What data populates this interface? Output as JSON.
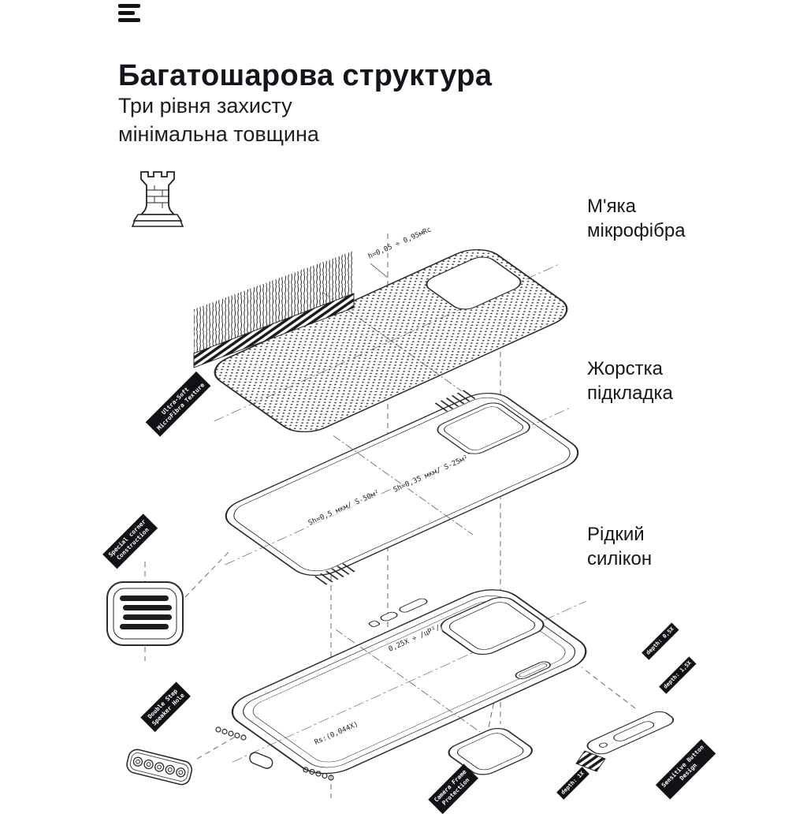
{
  "header": {
    "title": "Багатошарова структура",
    "subtitle": "Три рівня захисту\nмінімальна товщина"
  },
  "layer_labels": {
    "microfiber": "М'яка\nмікрофібра",
    "lining": "Жорстка\nпідкладка",
    "silicone": "Рідкий\nсилікон"
  },
  "feature_tags": {
    "ultra_soft": "Ultra-Soft\nMicroFibra Texture",
    "special_corner": "Special corner\nConstruction",
    "double_step": "Double Step\nSpeaker Hole",
    "camera_frame": "Camera Frame\nProtection",
    "sensitive_button": "Sensitive Button\nDesign"
  },
  "depth_tags": {
    "d05": "depth: 0,5X",
    "d15": "depth: 1,5X",
    "d1": "depth: 1X"
  },
  "annotations": {
    "a1": "h=0,05 ÷ 0,95мRc",
    "a2": "Sh=0,35 мкм/ S-25м²",
    "a3": "Sh=0,5 мкм/ S-50м²",
    "a4": "0,25X ÷ /цР²/",
    "a5": "Rs:(0,044X)"
  },
  "colors": {
    "ink": "#2b2b2b",
    "text": "#14141d",
    "tag_background": "#121216",
    "background": "#ffffff"
  }
}
